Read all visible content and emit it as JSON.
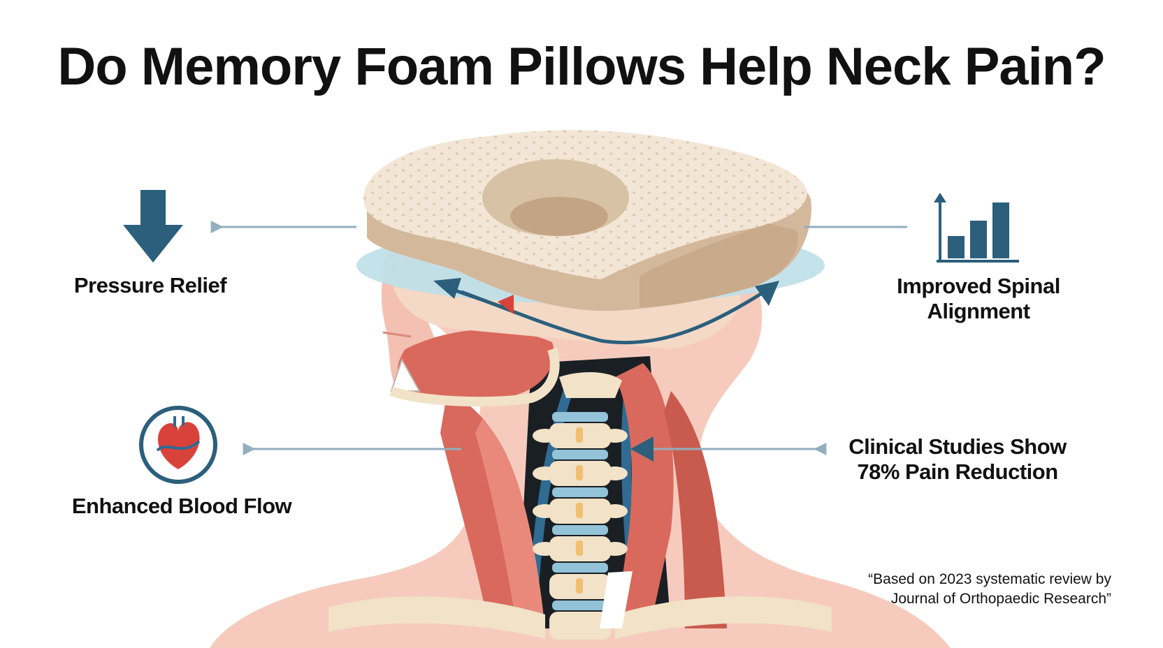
{
  "title": "Do Memory Foam Pillows Help Neck Pain?",
  "benefits": {
    "pressure_relief": "Pressure Relief",
    "blood_flow": "Enhanced Blood Flow",
    "spinal_alignment": [
      "Improved Spinal",
      "Alignment"
    ],
    "clinical_studies": [
      "Clinical Studies Show",
      "78% Pain Reduction"
    ]
  },
  "citation": [
    "“Based on 2023 systematic review by",
    "Journal of Orthopaedic Research”"
  ],
  "icons": {
    "pressure": "down-arrow-icon",
    "blood_flow": "heart-circle-icon",
    "alignment": "bar-chart-up-icon"
  },
  "colors": {
    "accent": "#2b5f7c",
    "pointer": "#93aebd",
    "foam": "#f3e6d6",
    "muscle": "#d9695c",
    "skin": "#f6cbbd",
    "bone": "#f1e2c8",
    "disc": "#93c3d8"
  }
}
